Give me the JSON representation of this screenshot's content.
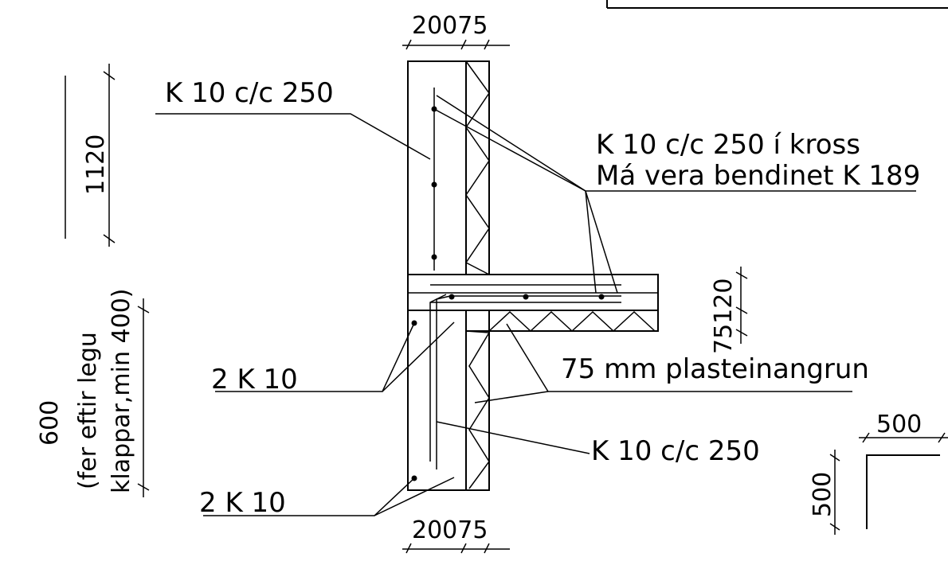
{
  "labels": {
    "k10_top_left": "K 10 c/c 250",
    "k10_cross_line1": "K 10 c/c 250 í kross",
    "k10_cross_line2": "Má vera bendinet K 189",
    "two_k10_upper": "2 K 10",
    "two_k10_lower": "2 K 10",
    "insulation": "75 mm plasteinangrun",
    "k10_bottom_right": "K 10 c/c 250"
  },
  "dimensions": {
    "top_width": "20075",
    "bottom_width": "20075",
    "wall_height": "1120",
    "slab": "75120",
    "footing_line1": "600",
    "footing_line2": "(fer eftir legu",
    "footing_line3": "klappar,min 400)",
    "corner_horizontal": "500",
    "corner_vertical": "500"
  }
}
